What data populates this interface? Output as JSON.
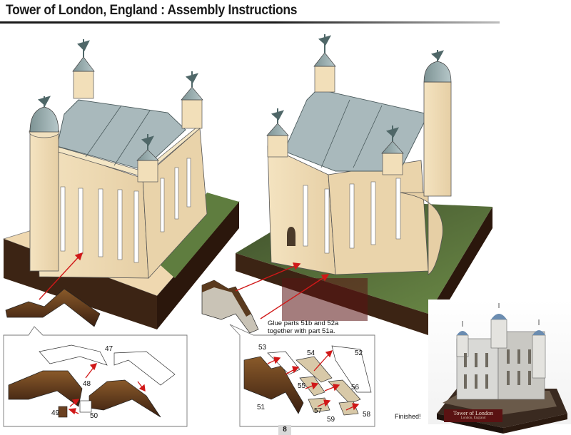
{
  "page": {
    "title": "Tower of London, England : Assembly Instructions",
    "page_number": "8",
    "finished_label": "Finished!"
  },
  "instructions": {
    "glue_note": "Glue parts 51b and 52a together with part 51a."
  },
  "part_labels_left": [
    "47",
    "48",
    "49",
    "50"
  ],
  "part_labels_right": [
    "51",
    "52",
    "53",
    "54",
    "55",
    "56",
    "57",
    "58",
    "59"
  ],
  "photo_plaque": {
    "line1": "Tower of London",
    "line2": "London, England"
  },
  "colors": {
    "wall": "#f2dfb9",
    "roof": "#a9b9bc",
    "base_top": "#efd8b0",
    "base_side": "#3c2414",
    "grass": "#5f7d3f",
    "arrow": "#d01818"
  }
}
